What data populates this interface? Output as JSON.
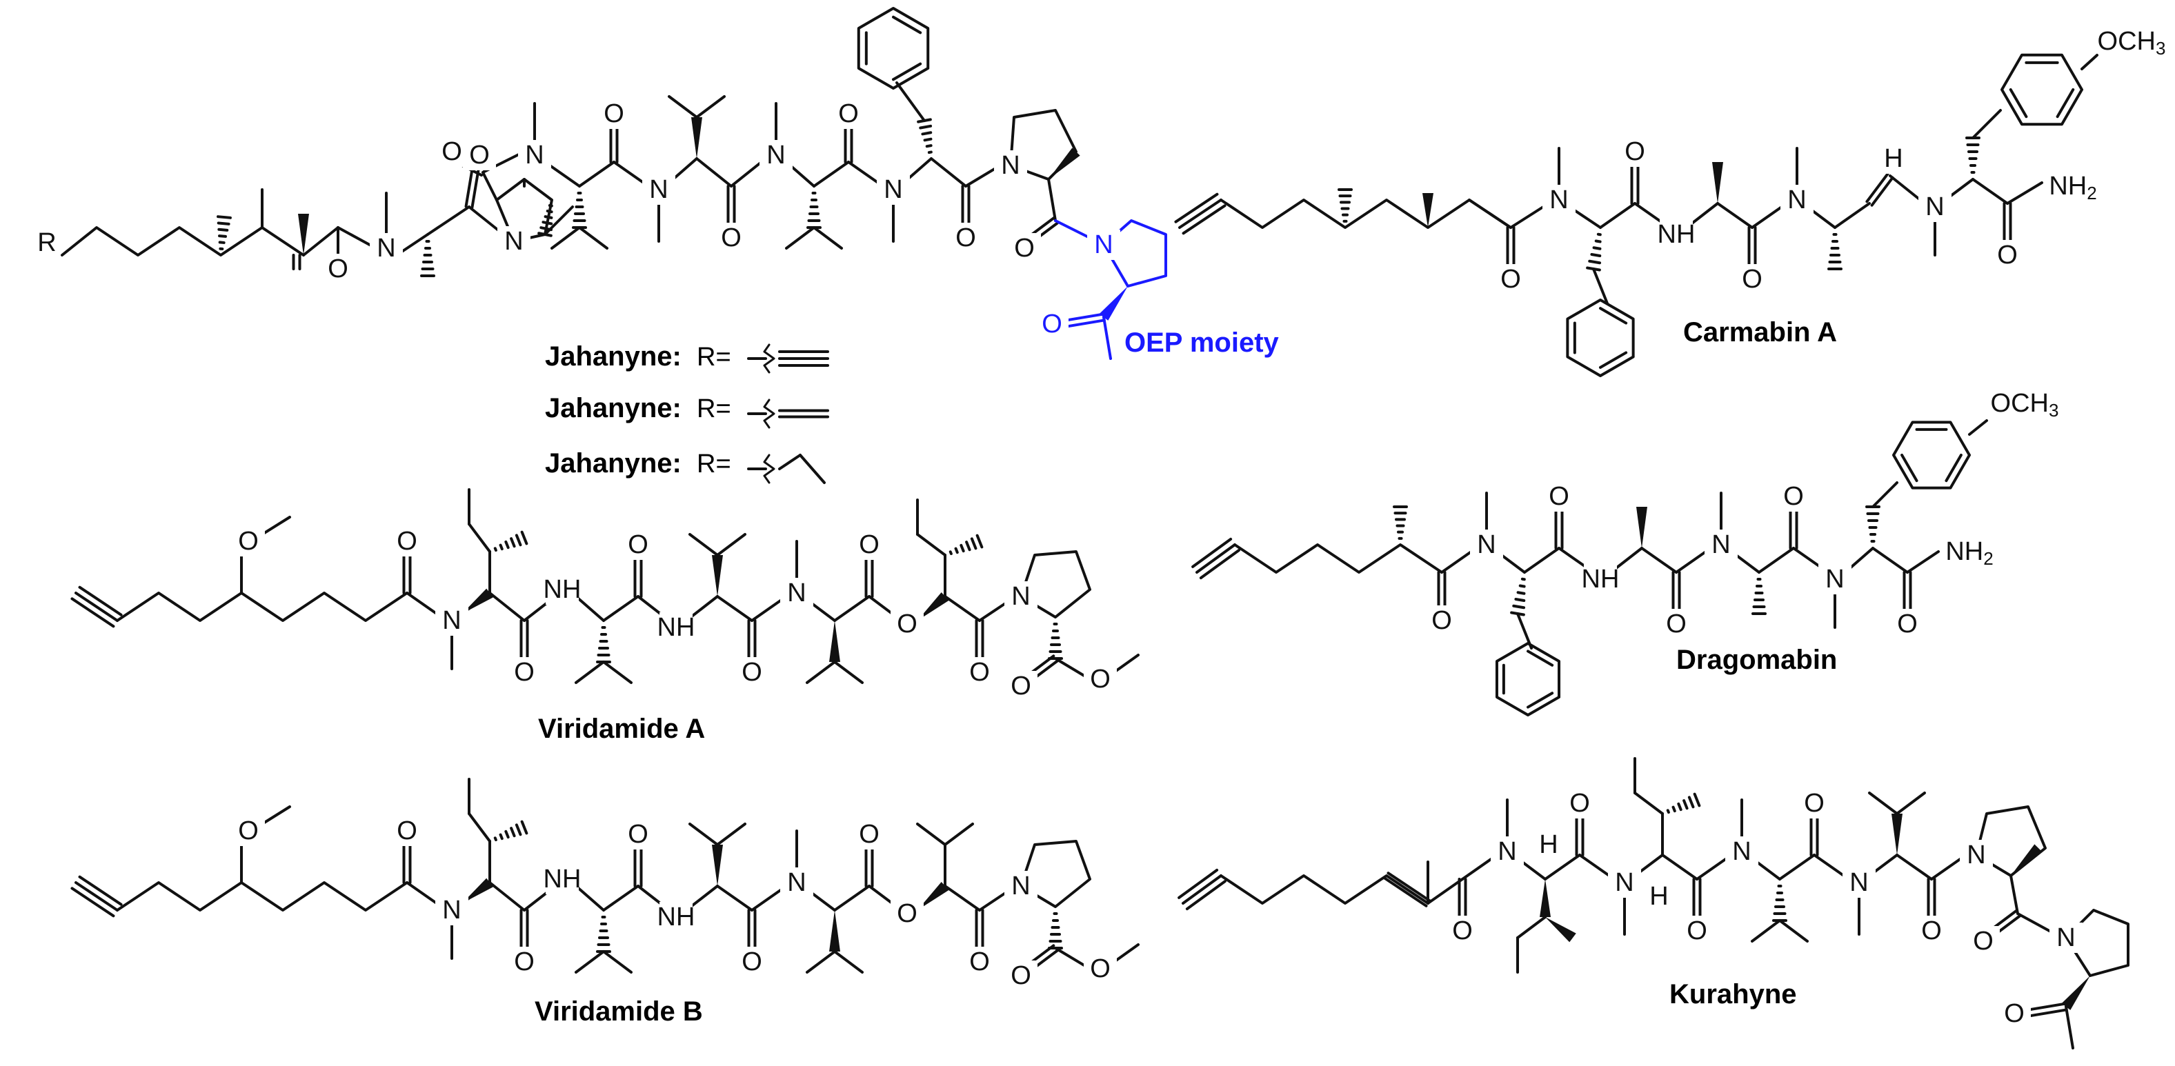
{
  "colors": {
    "ink": "#111111",
    "highlight": "#1a1aff",
    "background": "#ffffff"
  },
  "labels": {
    "r_group": "R",
    "jahanyne_caption": "Jahanyne:",
    "r_equals": "R=",
    "oep": "OEP moiety",
    "carmabin": "Carmabin A",
    "dragomabin": "Dragomabin",
    "viridamide_a": "Viridamide A",
    "viridamide_b": "Viridamide B",
    "kurahyne": "Kurahyne"
  },
  "atoms": {
    "n": "N",
    "o": "O",
    "h": "H",
    "nh": "NH",
    "nh2": "NH",
    "sub2": "2",
    "och3": "OCH",
    "sub3": "3"
  }
}
